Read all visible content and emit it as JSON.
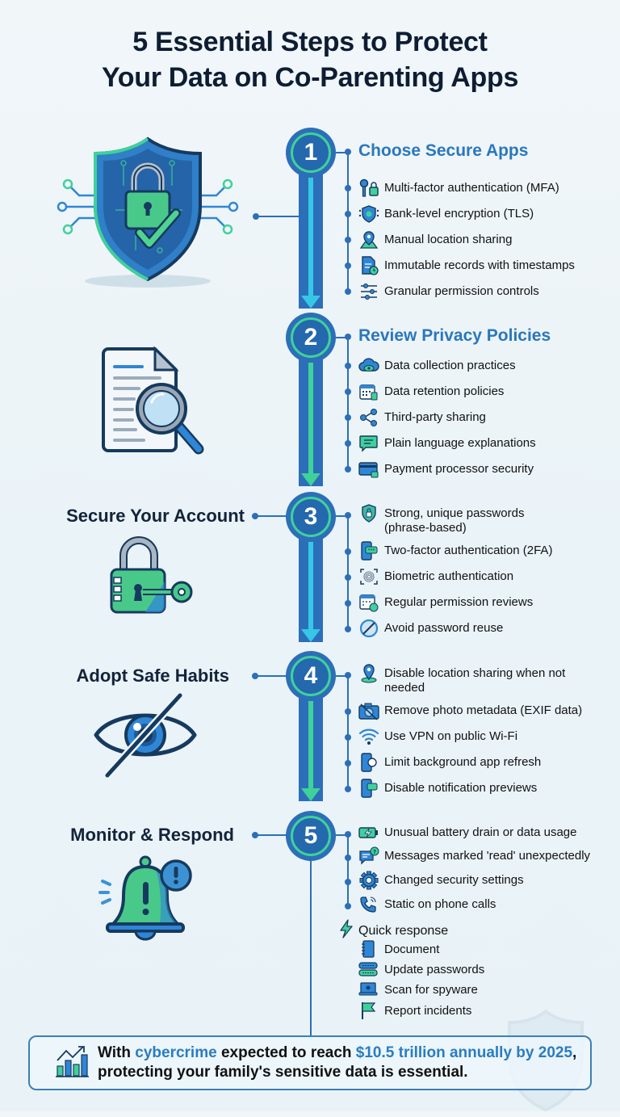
{
  "title": {
    "line1": "5 Essential Steps to Protect",
    "line2": "Your Data on Co-Parenting Apps"
  },
  "colors": {
    "primary_blue": "#2c6fb8",
    "accent_green": "#3fd19a",
    "heading_blue": "#2a77bd",
    "dark_text": "#0e1d33"
  },
  "steps": [
    {
      "number": "1",
      "heading": "Choose Secure Apps",
      "illustration": "shield-lock-check-icon",
      "items": [
        {
          "icon": "key-lock-icon",
          "label": "Multi-factor authentication (MFA)"
        },
        {
          "icon": "shield-encryption-icon",
          "label": "Bank-level encryption (TLS)"
        },
        {
          "icon": "location-pin-icon",
          "label": "Manual location sharing"
        },
        {
          "icon": "document-clock-icon",
          "label": "Immutable records with timestamps"
        },
        {
          "icon": "sliders-icon",
          "label": "Granular permission controls"
        }
      ]
    },
    {
      "number": "2",
      "heading": "Review Privacy Policies",
      "illustration": "document-magnifier-icon",
      "items": [
        {
          "icon": "cloud-eye-icon",
          "label": "Data collection practices"
        },
        {
          "icon": "calendar-trash-icon",
          "label": "Data retention policies"
        },
        {
          "icon": "share-icon",
          "label": "Third-party sharing"
        },
        {
          "icon": "chat-bubble-icon",
          "label": "Plain language explanations"
        },
        {
          "icon": "credit-card-lock-icon",
          "label": "Payment processor security"
        }
      ]
    },
    {
      "number": "3",
      "heading": "Secure Your Account",
      "illustration": "padlock-key-icon",
      "items": [
        {
          "icon": "shield-lock-icon",
          "label": "Strong, unique passwords (phrase-based)"
        },
        {
          "icon": "phone-code-icon",
          "label": "Two-factor authentication (2FA)"
        },
        {
          "icon": "fingerprint-icon",
          "label": "Biometric authentication"
        },
        {
          "icon": "calendar-check-icon",
          "label": "Regular permission reviews"
        },
        {
          "icon": "no-password-icon",
          "label": "Avoid password reuse"
        }
      ]
    },
    {
      "number": "4",
      "heading": "Adopt Safe Habits",
      "illustration": "eye-slash-icon",
      "items": [
        {
          "icon": "location-pin-icon",
          "label": "Disable location sharing when not needed"
        },
        {
          "icon": "camera-slash-icon",
          "label": "Remove photo metadata (EXIF data)"
        },
        {
          "icon": "wifi-icon",
          "label": "Use VPN on public Wi-Fi"
        },
        {
          "icon": "phone-refresh-icon",
          "label": "Limit background app refresh"
        },
        {
          "icon": "phone-notification-icon",
          "label": "Disable notification previews"
        }
      ]
    },
    {
      "number": "5",
      "heading": "Monitor & Respond",
      "illustration": "bell-alert-icon",
      "items": [
        {
          "icon": "battery-bolt-icon",
          "label": "Unusual battery drain or data usage"
        },
        {
          "icon": "message-question-icon",
          "label": "Messages marked 'read' unexpectedly"
        },
        {
          "icon": "gear-icon",
          "label": "Changed security settings"
        },
        {
          "icon": "phone-call-icon",
          "label": "Static on phone calls"
        }
      ],
      "quick_response": {
        "heading": "Quick response",
        "icon": "lightning-icon",
        "items": [
          {
            "icon": "notebook-icon",
            "label": "Document"
          },
          {
            "icon": "password-fields-icon",
            "label": "Update passwords"
          },
          {
            "icon": "laptop-bug-icon",
            "label": "Scan for spyware"
          },
          {
            "icon": "flag-icon",
            "label": "Report incidents"
          }
        ]
      }
    }
  ],
  "footer": {
    "icon": "chart-growth-icon",
    "parts": [
      {
        "text": "With ",
        "highlight": false
      },
      {
        "text": "cybercrime",
        "highlight": true
      },
      {
        "text": " expected to reach ",
        "highlight": false
      },
      {
        "text": "$10.5 trillion annually by 2025",
        "highlight": true
      },
      {
        "text": ", protecting your family's sensitive data is essential.",
        "highlight": false
      }
    ]
  }
}
